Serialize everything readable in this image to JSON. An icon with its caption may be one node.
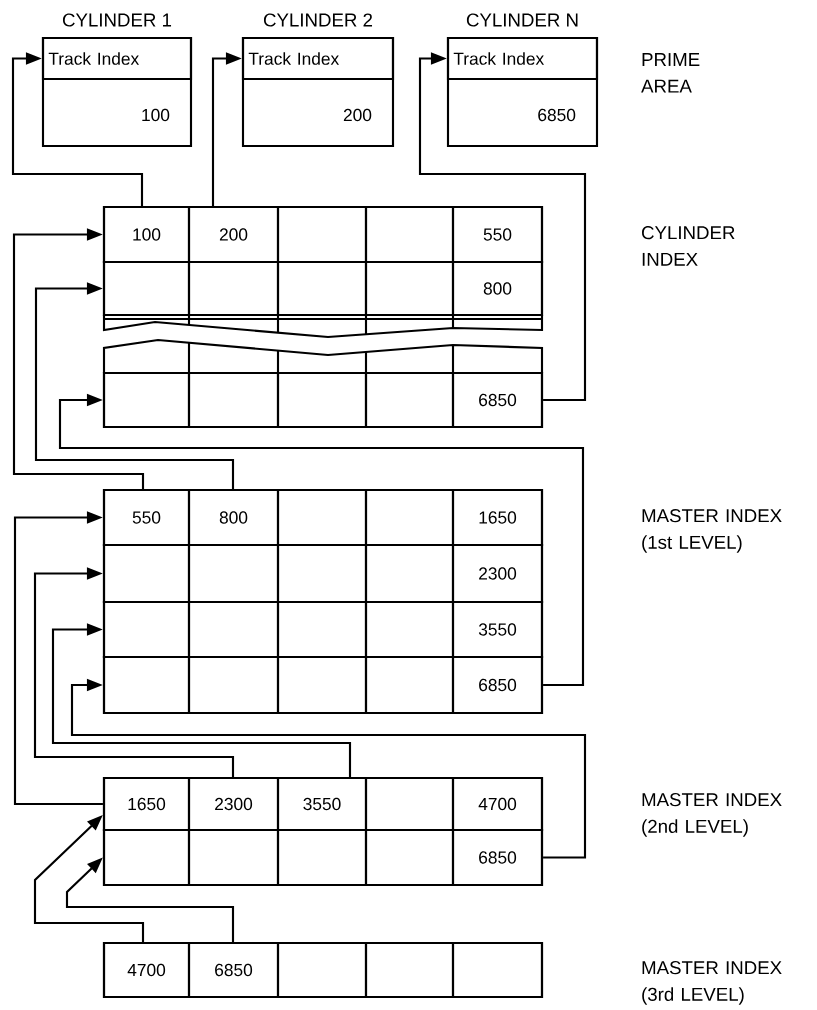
{
  "diagram": {
    "nodes": [
      {
        "text": [
          "CYLINDER 1",
          "100"
        ]
      },
      {
        "text": [
          "Track Index"
        ],
        "in": 0
      },
      {
        "text": [
          "CYLINDER 2",
          "200"
        ]
      },
      {
        "text": [
          "Track Index"
        ],
        "in": 2
      },
      {
        "text": [
          "CYLINDER N",
          "6850"
        ]
      },
      {
        "text": [
          "Track Index"
        ],
        "in": 4
      },
      {
        "text": [],
        "shape": "box"
      },
      {
        "text": [
          "100"
        ],
        "in": 6
      },
      {
        "text": [
          "200"
        ],
        "in": 6
      },
      {
        "text": [],
        "shape": "box",
        "in": 6
      },
      {
        "text": [],
        "shape": "box",
        "in": 6
      },
      {
        "text": [
          "550"
        ],
        "in": 6
      },
      {
        "text": [],
        "shape": "box"
      },
      {
        "text": [],
        "shape": "box",
        "in": 12
      },
      {
        "text": [],
        "shape": "box",
        "in": 12
      },
      {
        "text": [],
        "shape": "box",
        "in": 12
      },
      {
        "text": [],
        "shape": "box",
        "in": 12
      },
      {
        "text": [
          "800"
        ],
        "in": 12
      },
      {
        "text": [],
        "shape": "box"
      },
      {
        "text": [],
        "shape": "box",
        "in": 18
      },
      {
        "text": [],
        "shape": "box",
        "in": 18
      },
      {
        "text": [],
        "shape": "box",
        "in": 18
      },
      {
        "text": [],
        "shape": "box",
        "in": 18
      },
      {
        "text": [
          "6850"
        ],
        "in": 18
      },
      {
        "text": [],
        "shape": "box"
      },
      {
        "text": [
          "550"
        ],
        "in": 24
      },
      {
        "text": [
          "800"
        ],
        "in": 24
      },
      {
        "text": [],
        "shape": "box",
        "in": 24
      },
      {
        "text": [],
        "shape": "box",
        "in": 24
      },
      {
        "text": [
          "1650"
        ],
        "in": 24
      },
      {
        "text": [],
        "shape": "box"
      },
      {
        "text": [],
        "shape": "box",
        "in": 30
      },
      {
        "text": [],
        "shape": "box",
        "in": 30
      },
      {
        "text": [],
        "shape": "box",
        "in": 30
      },
      {
        "text": [],
        "shape": "box",
        "in": 30
      },
      {
        "text": [
          "2300"
        ],
        "in": 30
      },
      {
        "text": [],
        "shape": "box"
      },
      {
        "text": [],
        "shape": "box",
        "in": 36
      },
      {
        "text": [],
        "shape": "box",
        "in": 36
      },
      {
        "text": [],
        "shape": "box",
        "in": 36
      },
      {
        "text": [],
        "shape": "box",
        "in": 36
      },
      {
        "text": [
          "3550"
        ],
        "in": 36
      },
      {
        "text": [],
        "shape": "box"
      },
      {
        "text": [],
        "shape": "box",
        "in": 42
      },
      {
        "text": [],
        "shape": "box",
        "in": 42
      },
      {
        "text": [],
        "shape": "box",
        "in": 42
      },
      {
        "text": [],
        "shape": "box",
        "in": 42
      },
      {
        "text": [
          "6850"
        ],
        "in": 42
      },
      {
        "text": [],
        "shape": "box"
      },
      {
        "text": [
          "1650"
        ],
        "in": 48
      },
      {
        "text": [
          "2300"
        ],
        "in": 48
      },
      {
        "text": [
          "3550"
        ],
        "in": 48
      },
      {
        "text": [],
        "shape": "box",
        "in": 48
      },
      {
        "text": [
          "4700"
        ],
        "in": 48
      },
      {
        "text": [],
        "shape": "box"
      },
      {
        "text": [],
        "shape": "box",
        "in": 54
      },
      {
        "text": [],
        "shape": "box",
        "in": 54
      },
      {
        "text": [],
        "shape": "box",
        "in": 54
      },
      {
        "text": [],
        "shape": "box",
        "in": 54
      },
      {
        "text": [
          "6850"
        ],
        "in": 54
      },
      {
        "text": [],
        "shape": "box"
      },
      {
        "text": [
          "4700"
        ],
        "in": 60
      },
      {
        "text": [
          "6850"
        ],
        "in": 60
      },
      {
        "text": [],
        "shape": "box",
        "in": 60
      },
      {
        "text": [],
        "shape": "box",
        "in": 60
      },
      {
        "text": [],
        "shape": "box",
        "in": 60
      }
    ],
    "edges": [
      {
        "from": 7,
        "to": 1,
        "arrow": "to"
      },
      {
        "from": 8,
        "to": 3,
        "arrow": "to"
      },
      {
        "from": 23,
        "to": 5,
        "arrow": "to"
      },
      {
        "from": 25,
        "to": 6,
        "arrow": "to"
      },
      {
        "from": 26,
        "to": 12,
        "arrow": "to"
      },
      {
        "from": 47,
        "to": 18,
        "arrow": "to"
      },
      {
        "from": 49,
        "to": 24,
        "arrow": "to"
      },
      {
        "from": 50,
        "to": 30,
        "arrow": "to"
      },
      {
        "from": 51,
        "to": 36,
        "arrow": "to"
      },
      {
        "from": 59,
        "to": 42,
        "arrow": "to"
      },
      {
        "from": 61,
        "to": 48,
        "arrow": "to"
      },
      {
        "from": 62,
        "to": 54,
        "arrow": "to"
      }
    ],
    "labels": [
      "PRIME AREA",
      "CYLINDER INDEX",
      "MASTER INDEX (1st LEVEL)",
      "MASTER INDEX (2nd LEVEL)",
      "MASTER INDEX (3rd LEVEL)"
    ]
  }
}
